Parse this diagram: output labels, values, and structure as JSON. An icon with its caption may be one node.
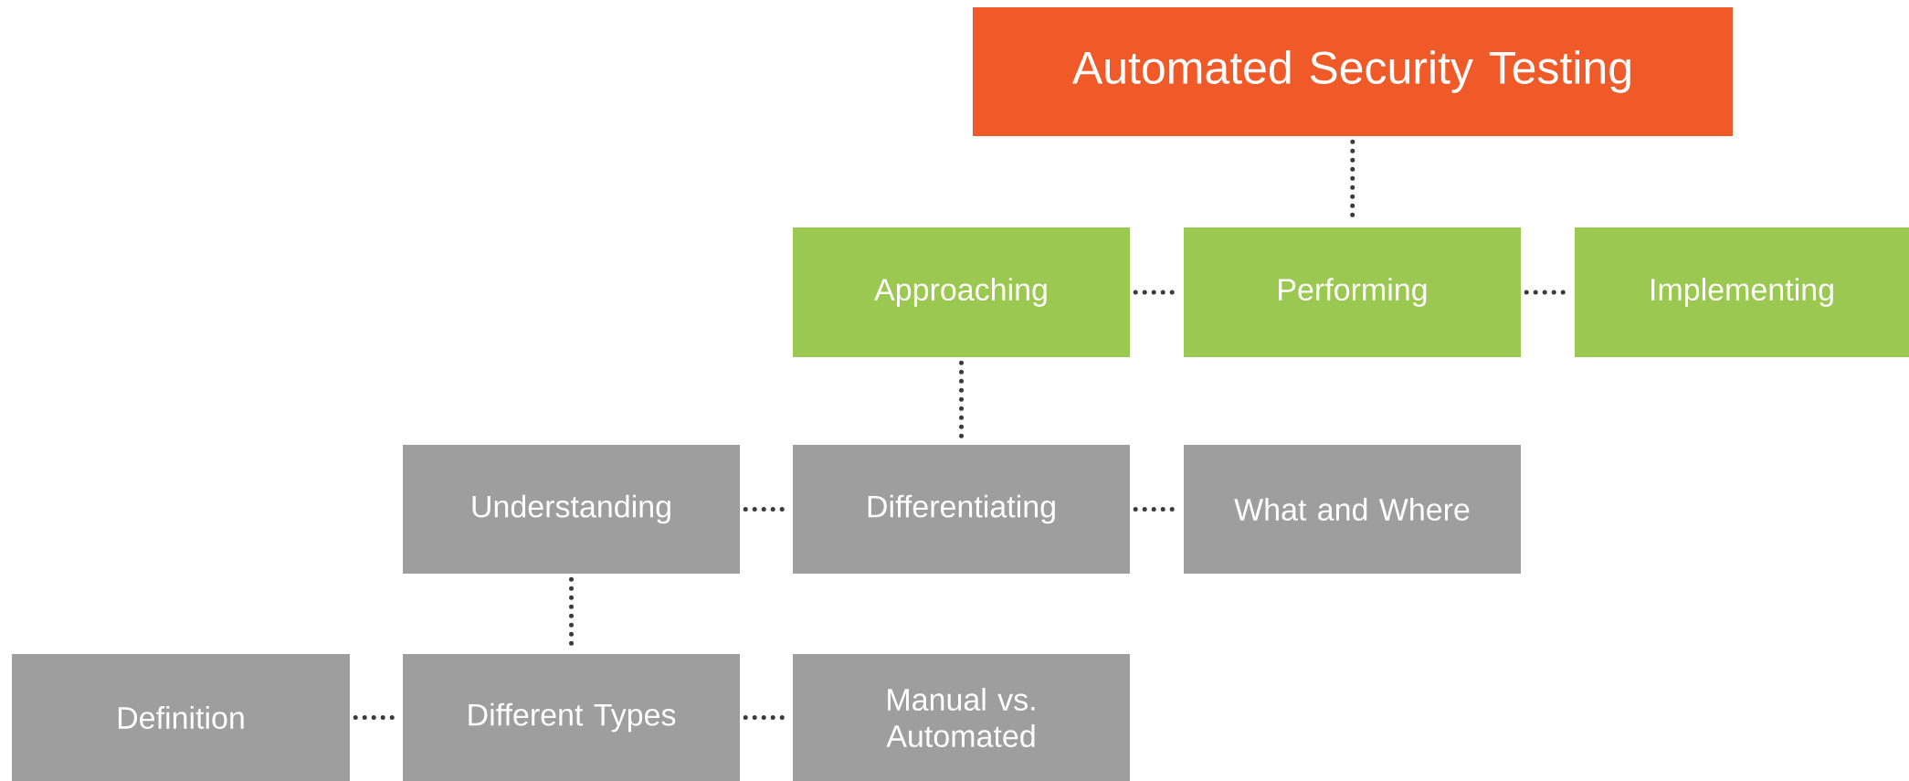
{
  "diagram": {
    "nodes": [
      {
        "text": [
          "Automated Security Testing"
        ]
      },
      {
        "text": [
          "Approaching"
        ]
      },
      {
        "text": [
          "Performing"
        ]
      },
      {
        "text": [
          "Implementing"
        ]
      },
      {
        "text": [
          "Understanding"
        ]
      },
      {
        "text": [
          "Differentiating"
        ]
      },
      {
        "text": [
          "What and Where"
        ]
      },
      {
        "text": [
          "Definition"
        ]
      },
      {
        "text": [
          "Different Types"
        ]
      },
      {
        "text": [
          "Manual vs. Automated"
        ]
      }
    ],
    "edges": [
      {
        "from": 0,
        "to": 2,
        "arrow": "none"
      },
      {
        "from": 1,
        "to": 2,
        "arrow": "none"
      },
      {
        "from": 2,
        "to": 3,
        "arrow": "none"
      },
      {
        "from": 1,
        "to": 5,
        "arrow": "none"
      },
      {
        "from": 4,
        "to": 5,
        "arrow": "none"
      },
      {
        "from": 5,
        "to": 6,
        "arrow": "none"
      },
      {
        "from": 4,
        "to": 8,
        "arrow": "none"
      },
      {
        "from": 7,
        "to": 8,
        "arrow": "none"
      },
      {
        "from": 8,
        "to": 9,
        "arrow": "none"
      }
    ]
  }
}
